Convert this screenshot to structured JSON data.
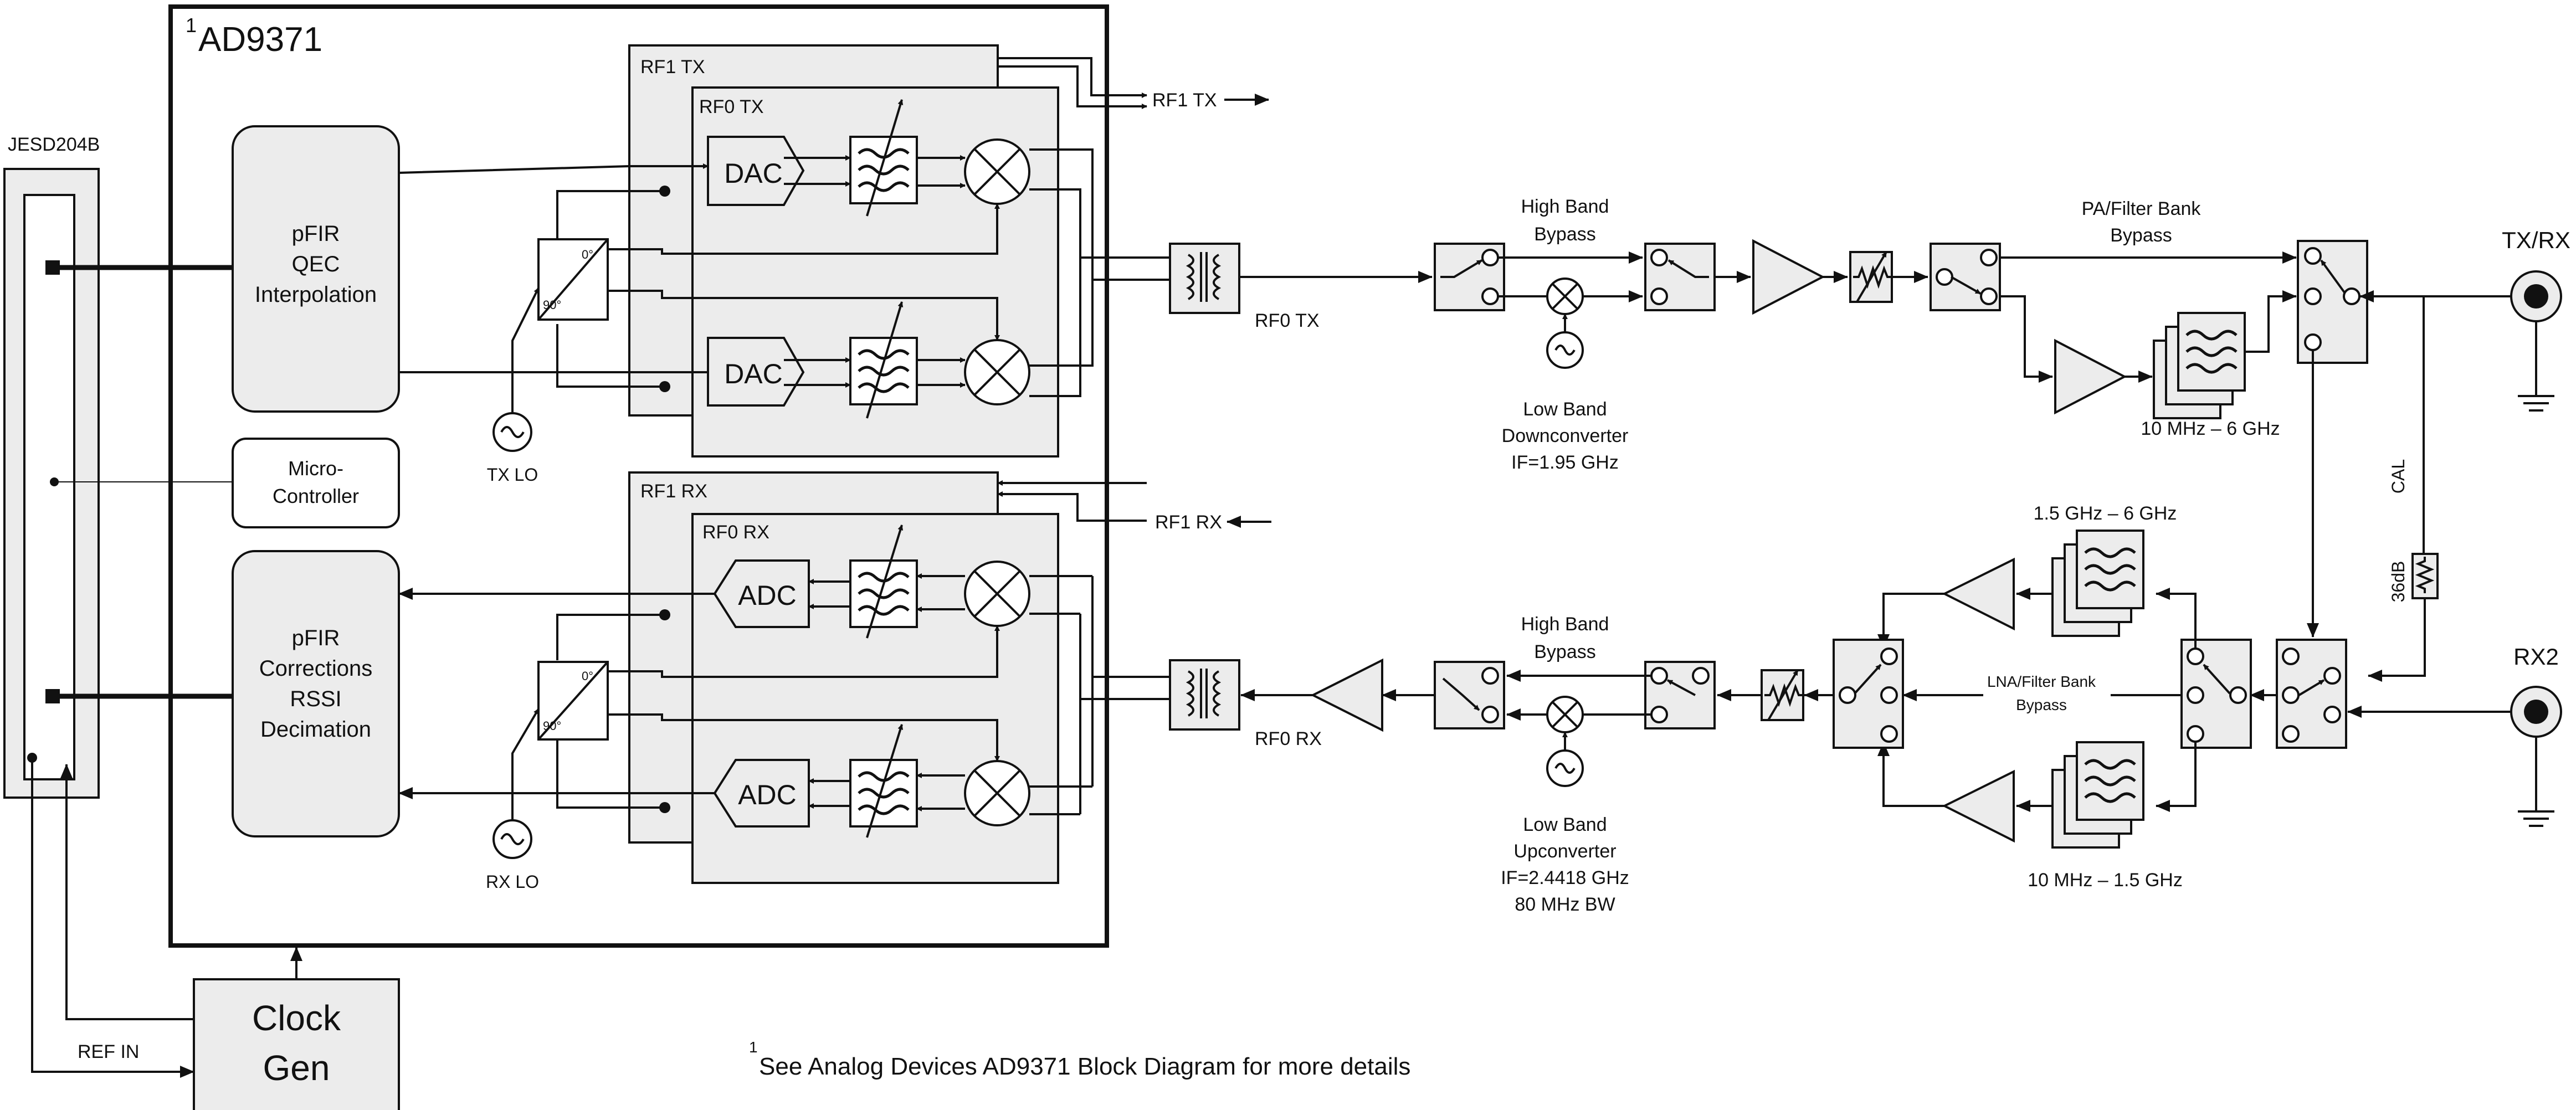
{
  "chip": {
    "title_sup": "1",
    "title": "AD9371"
  },
  "jesd": {
    "label": "JESD204B"
  },
  "dsp_tx": {
    "line1": "pFIR",
    "line2": "QEC",
    "line3": "Interpolation"
  },
  "micro": {
    "line1": "Micro-",
    "line2": "Controller"
  },
  "dsp_rx": {
    "line1": "pFIR",
    "line2": "Corrections",
    "line3": "RSSI",
    "line4": "Decimation"
  },
  "tx": {
    "rf1_label": "RF1 TX",
    "rf0_label": "RF0 TX",
    "dac_label": "DAC",
    "lo_label": "TX LO",
    "rf1_out": "RF1 TX",
    "rf0_out": "RF0 TX"
  },
  "rx": {
    "rf1_label": "RF1 RX",
    "rf0_label": "RF0 RX",
    "adc_label": "ADC",
    "lo_label": "RX LO",
    "rf1_in": "RF1 RX",
    "rf0_in": "RF0 RX"
  },
  "splitter": {
    "deg0": "0°",
    "deg90": "90°"
  },
  "clock": {
    "line1": "Clock",
    "line2": "Gen",
    "ref_in": "REF IN"
  },
  "tx_chain": {
    "bypass_line1": "High Band",
    "bypass_line2": "Bypass",
    "conv_line1": "Low Band",
    "conv_line2": "Downconverter",
    "conv_line3": "IF=1.95 GHz",
    "pa_line1": "PA/Filter Bank",
    "pa_line2": "Bypass",
    "filter_range": "10 MHz – 6 GHz"
  },
  "rx_chain": {
    "bypass_line1": "High Band",
    "bypass_line2": "Bypass",
    "conv_line1": "Low Band",
    "conv_line2": "Upconverter",
    "conv_line3": "IF=2.4418 GHz",
    "conv_line4": "80 MHz BW",
    "lna_line1": "LNA/Filter Bank",
    "lna_line2": "Bypass",
    "filter_high": "1.5 GHz – 6 GHz",
    "filter_low": "10 MHz – 1.5 GHz"
  },
  "ports": {
    "txrx": "TX/RX",
    "rx2": "RX2",
    "cal": "CAL",
    "atten": "36dB"
  },
  "footnote": {
    "sup": "1",
    "text": "See Analog Devices AD9371 Block Diagram for more details"
  }
}
